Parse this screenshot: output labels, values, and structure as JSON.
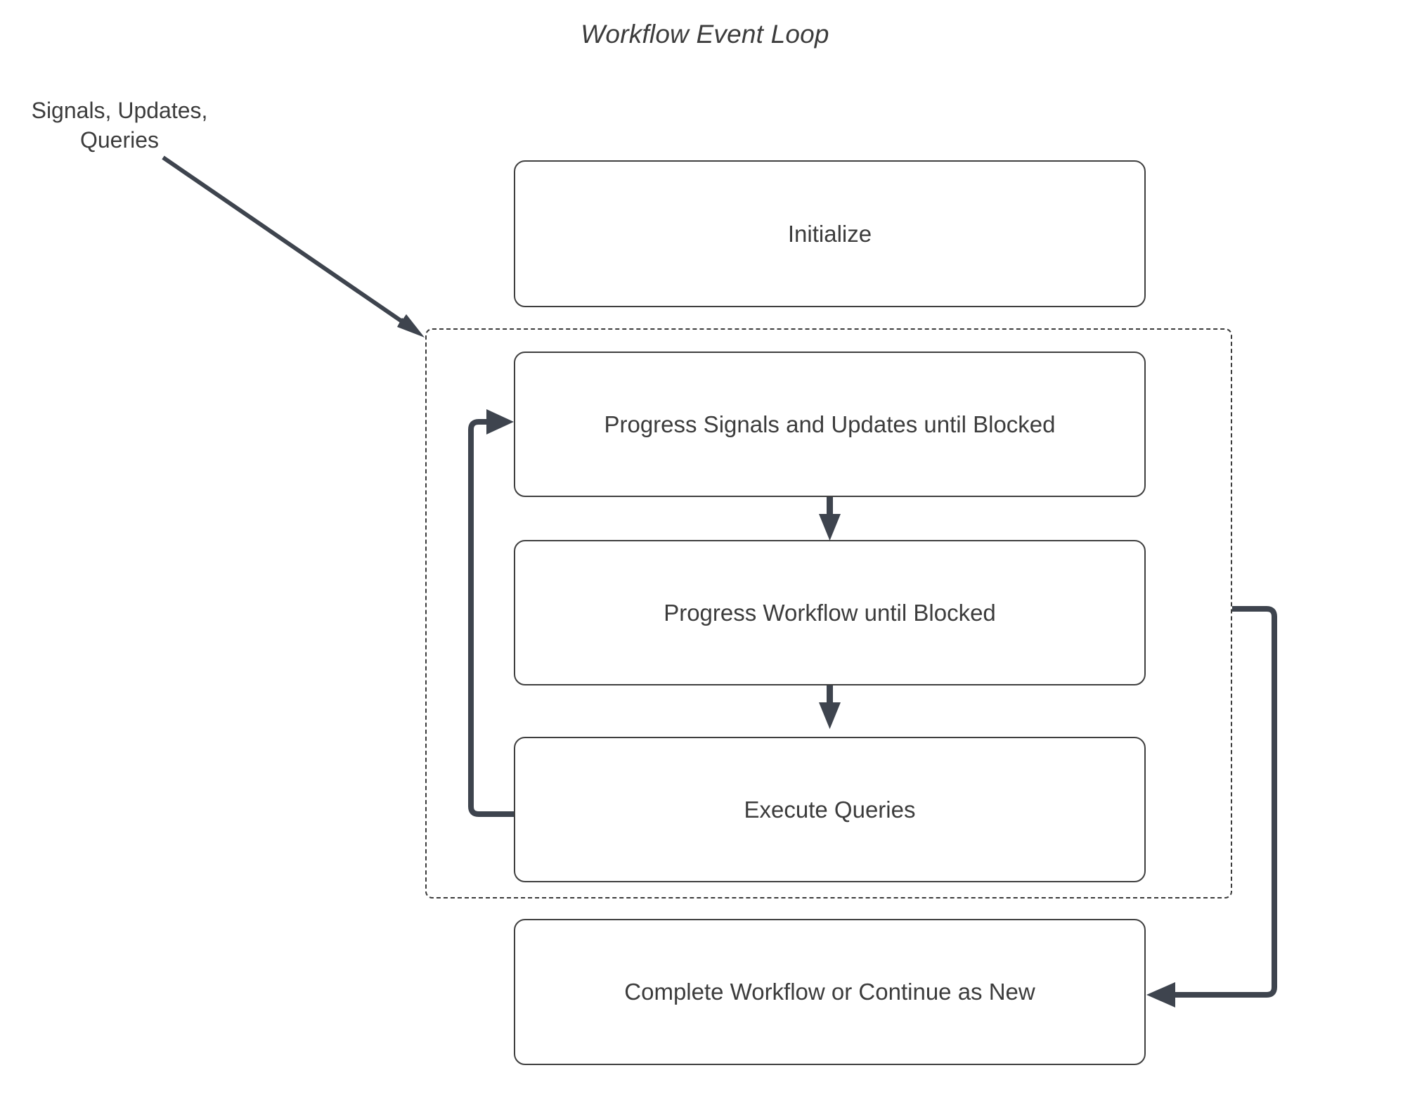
{
  "diagram": {
    "title": "Workflow Event Loop",
    "type": "flowchart",
    "background_color": "#ffffff",
    "node_border_color": "#3f3f3f",
    "edge_color": "#3e444e",
    "text_color": "#3c3c3c",
    "external_label": "Signals, Updates,\nQueries",
    "external_label_line1": "Signals, Updates,",
    "external_label_line2": "Queries",
    "loop_container": {
      "name": "event-loop-group",
      "style": "dashed",
      "label": ""
    },
    "nodes": [
      {
        "id": "initialize",
        "label": "Initialize"
      },
      {
        "id": "progress-signals",
        "label": "Progress Signals and Updates until Blocked"
      },
      {
        "id": "progress-workflow",
        "label": "Progress Workflow until Blocked"
      },
      {
        "id": "execute-queries",
        "label": "Execute Queries"
      },
      {
        "id": "complete-workflow",
        "label": "Complete Workflow or Continue as New"
      }
    ],
    "edges": [
      {
        "id": "signals-into-loop",
        "from": "Signals, Updates, Queries",
        "to": "event-loop-group",
        "label": ""
      },
      {
        "id": "signals-to-workflow",
        "from": "Progress Signals and Updates until Blocked",
        "to": "Progress Workflow until Blocked",
        "label": ""
      },
      {
        "id": "workflow-to-queries",
        "from": "Progress Workflow until Blocked",
        "to": "Execute Queries",
        "label": ""
      },
      {
        "id": "queries-loop-back",
        "from": "Execute Queries",
        "to": "Progress Signals and Updates until Blocked",
        "label": ""
      },
      {
        "id": "loop-to-complete",
        "from": "event-loop-group",
        "to": "Complete Workflow or Continue as New",
        "label": ""
      }
    ]
  }
}
